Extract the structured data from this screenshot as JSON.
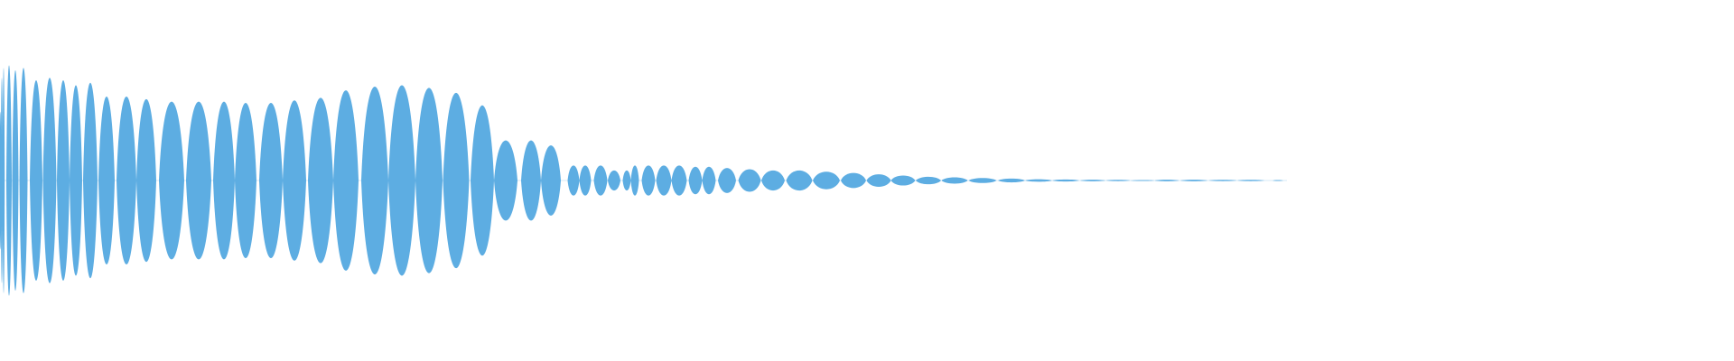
{
  "waveform": {
    "color": "#5dade2",
    "background": "#ffffff",
    "kind": "audio-waveform",
    "lobes": [
      [
        0.3,
        0.55
      ],
      [
        2,
        0.82
      ],
      [
        4,
        0.9
      ],
      [
        10,
        0.92
      ],
      [
        17,
        0.88
      ],
      [
        26,
        0.9
      ],
      [
        40,
        0.8
      ],
      [
        55,
        0.82
      ],
      [
        70,
        0.8
      ],
      [
        84,
        0.76
      ],
      [
        100,
        0.78
      ],
      [
        118,
        0.67
      ],
      [
        140,
        0.67
      ],
      [
        162,
        0.65
      ],
      [
        190,
        0.63
      ],
      [
        220,
        0.63
      ],
      [
        248,
        0.63
      ],
      [
        272,
        0.62
      ],
      [
        300,
        0.62
      ],
      [
        326,
        0.64
      ],
      [
        355,
        0.66
      ],
      [
        383,
        0.72
      ],
      [
        415,
        0.75
      ],
      [
        445,
        0.76
      ],
      [
        475,
        0.74
      ],
      [
        505,
        0.7
      ],
      [
        534,
        0.6
      ],
      [
        560,
        0.32
      ],
      [
        588,
        0.32
      ],
      [
        610,
        0.28
      ],
      [
        635,
        0.12
      ],
      [
        648,
        0.12
      ],
      [
        665,
        0.12
      ],
      [
        680,
        0.08
      ],
      [
        694,
        0.08
      ],
      [
        703,
        0.12
      ],
      [
        718,
        0.12
      ],
      [
        735,
        0.12
      ],
      [
        752,
        0.12
      ],
      [
        770,
        0.11
      ],
      [
        785,
        0.11
      ],
      [
        805,
        0.1
      ],
      [
        830,
        0.09
      ],
      [
        856,
        0.08
      ],
      [
        885,
        0.08
      ],
      [
        915,
        0.07
      ],
      [
        945,
        0.06
      ],
      [
        973,
        0.05
      ],
      [
        1000,
        0.04
      ],
      [
        1028,
        0.03
      ],
      [
        1057,
        0.025
      ],
      [
        1088,
        0.02
      ],
      [
        1120,
        0.015
      ],
      [
        1150,
        0.01
      ],
      [
        1180,
        0.008
      ],
      [
        1210,
        0.006
      ],
      [
        1238,
        0.005
      ],
      [
        1265,
        0.004
      ],
      [
        1292,
        0.006
      ],
      [
        1322,
        0.006
      ],
      [
        1354,
        0.005
      ],
      [
        1385,
        0.005
      ],
      [
        1415,
        0.004
      ]
    ]
  }
}
